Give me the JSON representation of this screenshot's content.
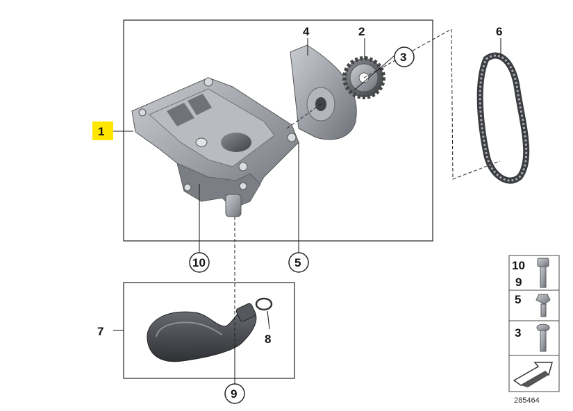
{
  "highlight_color": "#ffe600",
  "callouts": {
    "c1": "1",
    "c2": "2",
    "c3": "3",
    "c4": "4",
    "c5": "5",
    "c6": "6",
    "c7": "7",
    "c8": "8",
    "c9": "9",
    "c10": "10"
  },
  "legend": {
    "row1_a": "10",
    "row1_b": "9",
    "row2": "5",
    "row3": "3",
    "image_number": "285464"
  },
  "icons": [
    "oil-pump-housing-icon",
    "sprocket-icon",
    "cover-plate-icon",
    "timing-chain-icon",
    "oil-strainer-icon",
    "o-ring-icon",
    "bolt-icon",
    "arrow-cutout-icon"
  ]
}
